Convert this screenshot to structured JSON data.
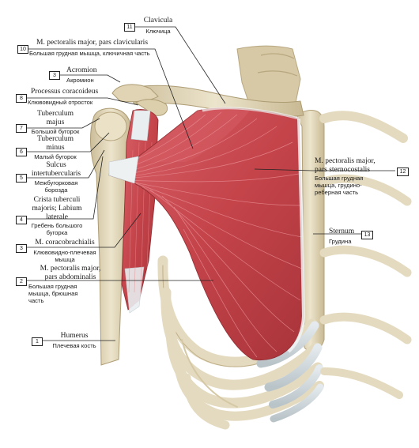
{
  "labels": {
    "l11": {
      "num": "11",
      "latin": "Clavicula",
      "ru": "Ключица"
    },
    "l10": {
      "num": "10",
      "latin": "M. pectoralis major, pars clavicularis",
      "ru": "Большая грудная мышца, ключичная часть"
    },
    "l3a": {
      "num": "3",
      "latin": "Acromion",
      "ru": "Акромион"
    },
    "l8": {
      "num": "8",
      "latin": "Processus coracoideus",
      "ru": "Клювовидный отросток"
    },
    "l7": {
      "num": "7",
      "latin1": "Tuberculum",
      "latin2": "majus",
      "ru": "Большой бугорок"
    },
    "l6": {
      "num": "6",
      "latin1": "Tuberculum",
      "latin2": "minus",
      "ru": "Малый бугорок"
    },
    "l5": {
      "num": "5",
      "latin1": "Sulcus",
      "latin2": "intertubercularis",
      "ru1": "Межбугорковая",
      "ru2": "борозда"
    },
    "l4": {
      "num": "4",
      "latin1": "Crista tuberculi",
      "latin2": "majoris; Labium",
      "latin3": "laterale",
      "ru1": "Гребень большого",
      "ru2": "бугорка"
    },
    "l3b": {
      "num": "3",
      "latin": "M. coracobrachialis",
      "ru1": "Клювовидно-плечевая",
      "ru2": "мышца"
    },
    "l2": {
      "num": "2",
      "latin1": "M. pectoralis major,",
      "latin2": "pars abdominalis",
      "ru1": "Большая грудная",
      "ru2": "мышца, брюшная",
      "ru3": "часть"
    },
    "l1": {
      "num": "1",
      "latin": "Humerus",
      "ru": "Плечевая кость"
    },
    "l12": {
      "num": "12",
      "latin1": "M. pectoralis major,",
      "latin2": "pars sternocostalis",
      "ru1": "Большая грудная",
      "ru2": "мышца, грудино-",
      "ru3": "реберная часть"
    },
    "l13": {
      "num": "13",
      "latin": "Sternum",
      "ru": "Грудина"
    }
  },
  "colors": {
    "bone": "#e6dcc2",
    "bone_shade": "#c9b995",
    "cartilage": "#cfd8dc",
    "muscle": "#c8474a",
    "muscle_dark": "#9a2a30",
    "tendon": "#e9eef0",
    "leader": "#222222"
  }
}
